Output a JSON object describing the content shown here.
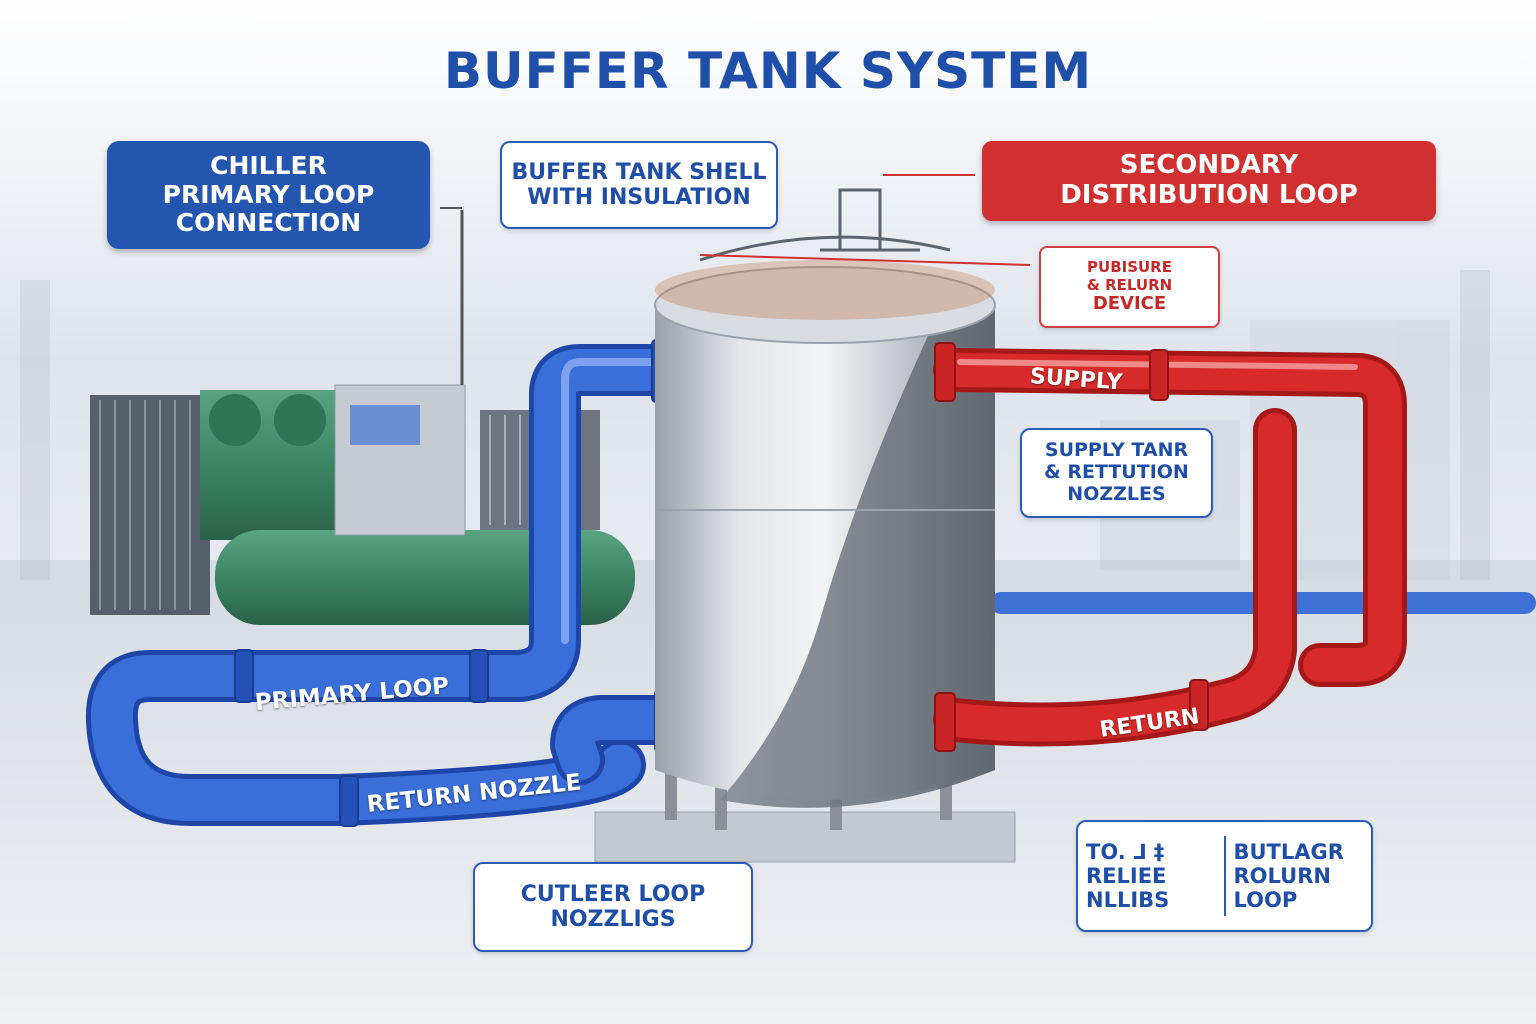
{
  "title": "BUFFER TANK SYSTEM",
  "callouts": {
    "chiller": [
      "CHILLER",
      "PRIMARY LOOP",
      "CONNECTION"
    ],
    "tank_shell": [
      "BUFFER TANK SHELL",
      "WITH INSULATION"
    ],
    "secondary": [
      "SECONDARY",
      "DISTRIBUTION LOOP"
    ],
    "pressure_device": [
      "PUBISURE",
      "& RELURN",
      "DEVICE"
    ],
    "nozzles": [
      "SUPPLY TANR",
      "& RETTUTION",
      "NOZZLES"
    ],
    "outlet": [
      "CUTLEER LOOP",
      "NOZZLIGS"
    ],
    "relief_left": [
      "TO. ⅃ ‡",
      "RELIEE",
      "NLLIBS"
    ],
    "relief_right": [
      "BUTLAGR",
      "ROLURN",
      "LOOP"
    ]
  },
  "pipe_labels": {
    "primary_loop": "PRIMARY LOOP",
    "return_nozzle": "RETURN NOZZLE",
    "supply": "SUPPLY",
    "return": "RETURN"
  },
  "colors": {
    "blue_pipe": "#2f63d0",
    "red_pipe": "#d82a2a",
    "title": "#1f4fa8",
    "tank": "#c9cdd3",
    "chiller_green": "#3f8a6a"
  }
}
